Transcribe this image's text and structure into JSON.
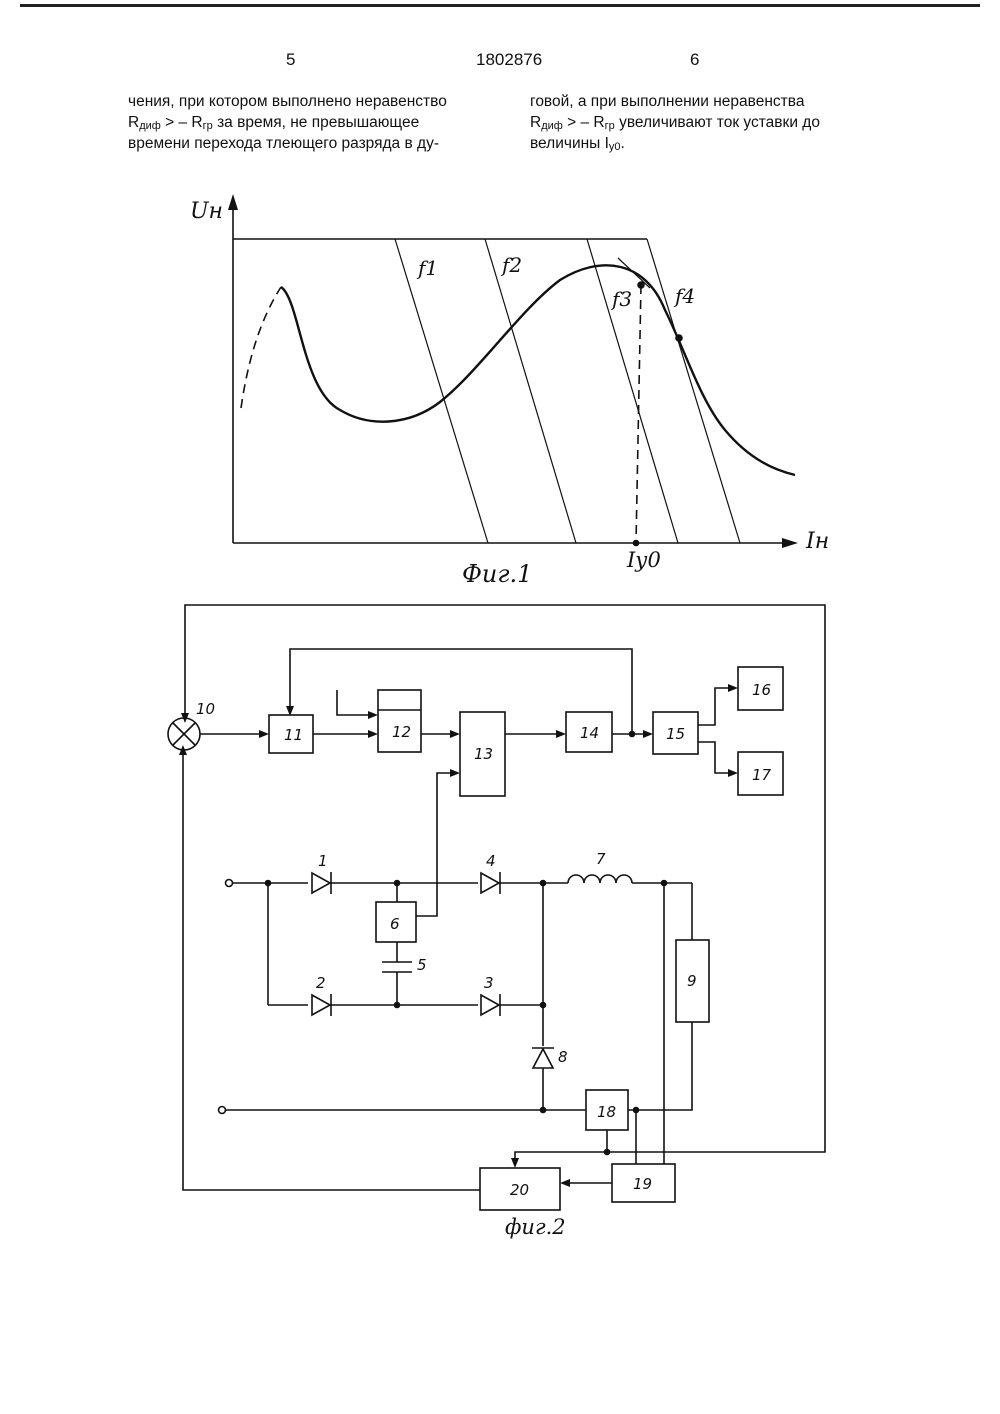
{
  "header": {
    "page_left": "5",
    "patent_number": "1802876",
    "page_right": "6"
  },
  "text": {
    "left_column": {
      "line1": "чения, при котором выполнено неравенство",
      "r1_main": "R",
      "r1_sub": "диф",
      "r1_mid": " > – R",
      "r1_sub2": "гр",
      "r1_tail": " за время, не превышающее",
      "line3": "времени перехода тлеющего разряда в ду-"
    },
    "right_column": {
      "line1": "говой, а при выполнении неравенства",
      "r1_main": "R",
      "r1_sub": "диф",
      "r1_mid": " > – R",
      "r1_sub2": "гр",
      "r1_tail": " увеличивают ток уставки до",
      "line3_a": "величины I",
      "line3_sub": "у0",
      "line3_b": "."
    }
  },
  "fig1": {
    "caption": "Фиг.1",
    "y_axis_label": "Uн",
    "x_axis_label": "Iн",
    "curve_labels": [
      "f1",
      "f2",
      "f3",
      "f4"
    ],
    "tick_label": "Iу0"
  },
  "fig2": {
    "caption": "фиг.2",
    "blocks": [
      "11",
      "12",
      "13",
      "14",
      "15",
      "16",
      "17",
      "6",
      "9",
      "18",
      "19",
      "20"
    ],
    "components": {
      "summator": "10",
      "diode1": "1",
      "diode2": "2",
      "diode3": "3",
      "diode4": "4",
      "capacitor": "5",
      "inductor": "7",
      "diode8": "8"
    }
  },
  "colors": {
    "ink": "#111111",
    "paper": "#ffffff"
  }
}
